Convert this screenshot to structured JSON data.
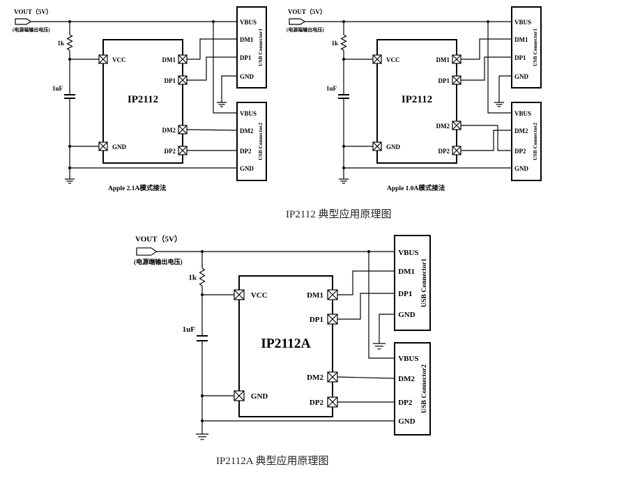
{
  "diagrams": [
    {
      "id": "ip2112-apple21",
      "vout_label": "VOUT（5V）",
      "vout_note": "(电源端输出电压)",
      "resistor": "1k",
      "capacitor": "1uF",
      "chip": "IP2112",
      "chip_pins_left": [
        "VCC",
        "GND"
      ],
      "chip_pins_right": [
        "DM1",
        "DP1",
        "DM2",
        "DP2"
      ],
      "connector1": {
        "name": "USB Connector1",
        "pins": [
          "VBUS",
          "DM1",
          "DP1",
          "GND"
        ]
      },
      "connector2": {
        "name": "USB Connector2",
        "pins": [
          "VBUS",
          "DM2",
          "DP2",
          "GND"
        ]
      },
      "subcaption": "Apple 2.1A模式接法",
      "caption": "IP2112 典型应用原理图"
    },
    {
      "id": "ip2112-apple10",
      "vout_label": "VOUT（5V）",
      "vout_note": "(电源端输出电压)",
      "resistor": "1k",
      "capacitor": "1uF",
      "chip": "IP2112",
      "chip_pins_left": [
        "VCC",
        "GND"
      ],
      "chip_pins_right": [
        "DM1",
        "DP1",
        "DM2",
        "DP2"
      ],
      "connector1": {
        "name": "USB Connector1",
        "pins": [
          "VBUS",
          "DM1",
          "DP1",
          "GND"
        ]
      },
      "connector2": {
        "name": "USB Connector2",
        "pins": [
          "VBUS",
          "DM2",
          "DP2",
          "GND"
        ]
      },
      "subcaption": "Apple 1.0A模式接法"
    },
    {
      "id": "ip2112a",
      "vout_label": "VOUT（5V）",
      "vout_note": "(电源端输出电压)",
      "resistor": "1k",
      "capacitor": "1uF",
      "chip": "IP2112A",
      "chip_pins_left": [
        "VCC",
        "GND"
      ],
      "chip_pins_right": [
        "DM1",
        "DP1",
        "DM2",
        "DP2"
      ],
      "connector1": {
        "name": "USB Connector1",
        "pins": [
          "VBUS",
          "DM1",
          "DP1",
          "GND"
        ]
      },
      "connector2": {
        "name": "USB Connector2",
        "pins": [
          "VBUS",
          "DM2",
          "DP2",
          "GND"
        ]
      },
      "caption": "IP2112A 典型应用原理图"
    }
  ]
}
